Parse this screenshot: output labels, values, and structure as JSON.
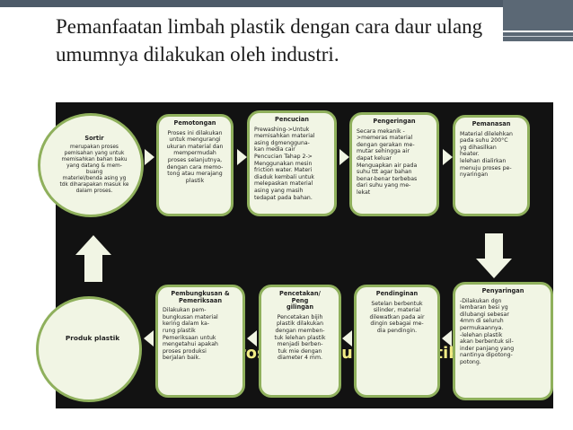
{
  "slide": {
    "title": "Pemanfaatan limbah plastik dengan cara daur ulang umumnya dilakukan oleh industri."
  },
  "diagram": {
    "center_title": "Proses Daur ulang Plastik",
    "nodes": {
      "sortir": {
        "title": "Sortir",
        "body": "merupakan proses\npemisahan yang untuk\nmemisahkan bahan baku\nyang datang & mem-\nbuang\nmateriel/benda asing yg\ntdk diharapakan masuk ke\ndalam proses."
      },
      "pemotongan": {
        "title": "Pemotongan",
        "body": "Proses ini dilakukan\nuntuk mengurangi\nukuran material dan\nmempermudah\nproses selanjutnya,\ndengan cara memo-\ntong atau merajang\nplastik"
      },
      "pencucian": {
        "title": "Pencucian",
        "body": "Prewashing->Untuk\nmemisahkan material\nasing dgmengguna-\nkan media cair\nPencucian Tahap 2->\nMenggunakan mesin\nfriction water. Materi\ndiaduk kembali untuk\nmelepaskan material\nasing yang masih\ntedapat pada bahan."
      },
      "pengeringan": {
        "title": "Pengeringan",
        "body": "Secara mekanik -\n>memeras material\ndengan gerakan me-\nmutar sehingga air\ndapat keluar\nMenguapkan air pada\nsuhu ttt agar bahan\nbenar-benar terbebas\ndari suhu yang me-\nlekat"
      },
      "pemanasan": {
        "title": "Pemanasan",
        "body": "Material dilelehkan\npada suhu 200°C\nyg dihasilkan\nheater.\nlelehan dialirkan\nmenuju proses pe-\nnyaringan"
      },
      "penyaringan": {
        "title": "Penyaringan",
        "body": "-Dilakukan dgn\nlembaran besi yg\ndilubangi sebesar\n4mm di seluruh\npermukaannya.\n-lelehan plastik\nakan berbentuk sil-\ninder panjang yang\nnantinya dipotong-\npotong."
      },
      "pendinginan": {
        "title": "Pendinginan",
        "body": "Setelan berbentuk\nsilinder, material\ndilewatkan pada air\ndingin sebagai me-\ndia pendingin."
      },
      "pencetakan": {
        "title": "Pencetakan/\nPeng\ngilingan",
        "body": "Pencetakan bijih\nplastik dilakukan\ndengan memben-\ntuk lelehan plastik\nmenjadi berben-\ntuk mie dengan\ndiameter 4 mm."
      },
      "pembungkusan": {
        "title": "Pembungkusan &\nPemeriksaan",
        "body": "Dilakukan pem-\nbungkusan material\nkering dalam ka-\nrung plastik\nPemeriksaan untuk\nmengetahui apakah\nproses produksi\nberjalan baik."
      },
      "produk": {
        "title": "Produk plastik"
      }
    },
    "colors": {
      "panel": "#121212",
      "box_fill": "#f1f5e4",
      "box_border": "#8fb05c",
      "title_text": "#f2ec86"
    }
  }
}
